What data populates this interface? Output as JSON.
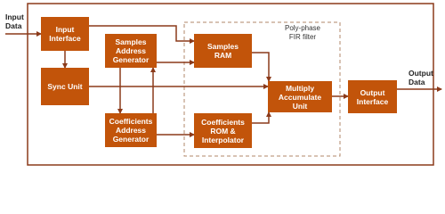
{
  "diagram": {
    "group_label": "Poly-phase\nFIR filter",
    "io": {
      "input": "Input\nData",
      "output": "Output\nData"
    },
    "blocks": {
      "input_interface": "Input\nInterface",
      "samples_address_generator": "Samples\nAddress\nGenerator",
      "samples_ram": "Samples\nRAM",
      "sync_unit": "Sync Unit",
      "multiply_accumulate_unit": "Multiply\nAccumulate\nUnit",
      "output_interface": "Output\nInterface",
      "coefficients_address_generator": "Coefficients\nAddress\nGenerator",
      "coefficients_rom_interpolator": "Coefficients\nROM &\nInterpolator"
    },
    "colors": {
      "block_fill": "#c2540a",
      "block_text": "#ffffff",
      "line": "#8b3a1a",
      "dashed_line": "#b0876a"
    }
  }
}
